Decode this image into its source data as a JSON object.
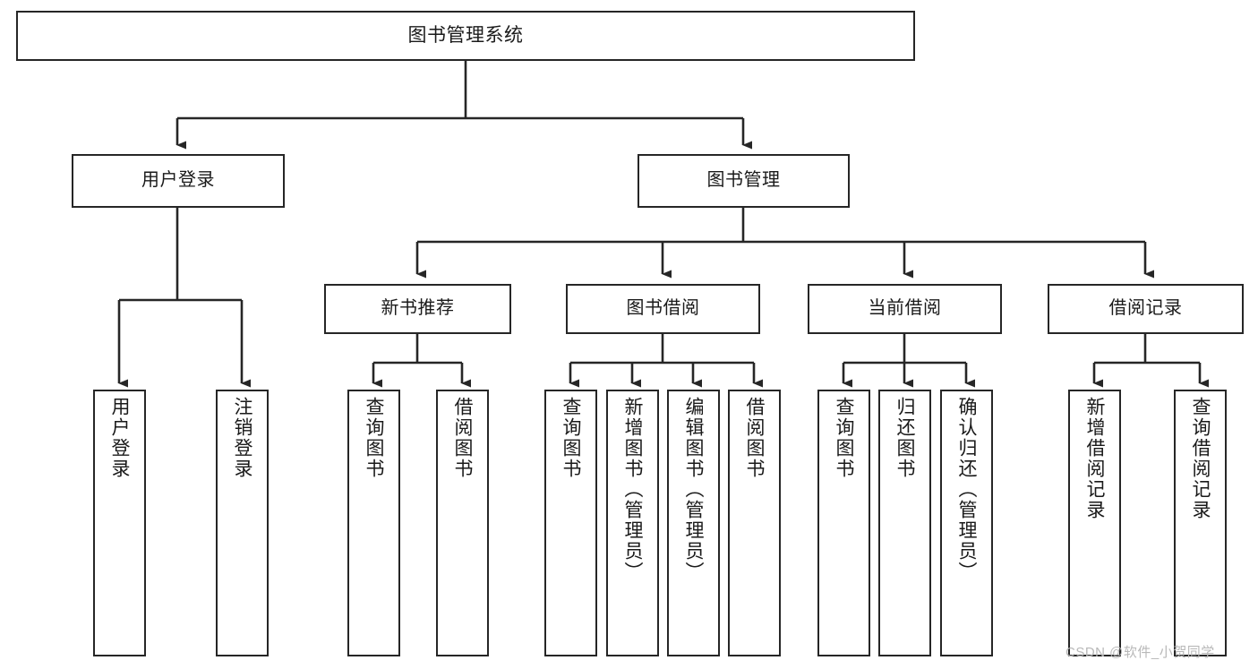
{
  "diagram": {
    "title": "图书管理系统",
    "type": "functional-structure-tree",
    "watermark": "CSDN @软件_小贺同学",
    "colors": {
      "stroke": "#262626",
      "fill": "#ffffff",
      "text": "#1a1a1a",
      "watermark": "#b8b8b8"
    },
    "nodes": {
      "root": {
        "label": "图书管理系统"
      },
      "level2": [
        {
          "label": "用户登录"
        },
        {
          "label": "图书管理"
        }
      ],
      "level3": [
        {
          "label": "新书推荐"
        },
        {
          "label": "图书借阅"
        },
        {
          "label": "当前借阅"
        },
        {
          "label": "借阅记录"
        }
      ],
      "leaves": {
        "user_login": [
          {
            "label": "用户登录"
          },
          {
            "label": "注销登录"
          }
        ],
        "new_book_recommend": [
          {
            "label": "查询图书"
          },
          {
            "label": "借阅图书"
          }
        ],
        "book_borrow": [
          {
            "label": "查询图书"
          },
          {
            "label": "新增图书（管理员）"
          },
          {
            "label": "编辑图书（管理员）"
          },
          {
            "label": "借阅图书"
          }
        ],
        "current_borrow": [
          {
            "label": "查询图书"
          },
          {
            "label": "归还图书"
          },
          {
            "label": "确认归还（管理员）"
          }
        ],
        "borrow_records": [
          {
            "label": "新增借阅记录"
          },
          {
            "label": "查询借阅记录"
          }
        ]
      }
    }
  }
}
